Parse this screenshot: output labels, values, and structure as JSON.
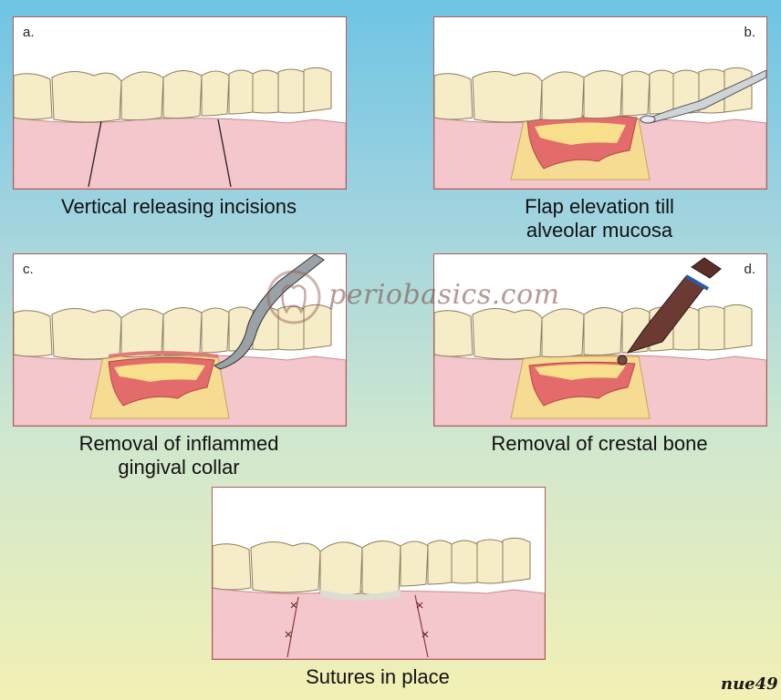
{
  "panels": [
    {
      "label": "a.",
      "caption_lines": [
        "Vertical releasing incisions"
      ]
    },
    {
      "label": "b.",
      "caption_lines": [
        "Flap elevation till",
        "alveolar mucosa"
      ]
    },
    {
      "label": "c.",
      "caption_lines": [
        "Removal of inflammed",
        "gingival collar"
      ]
    },
    {
      "label": "d.",
      "caption_lines": [
        "Removal of crestal bone"
      ]
    },
    {
      "label": "",
      "caption_lines": [
        "Sutures in place"
      ]
    }
  ],
  "watermark": {
    "text": "periobasics.com"
  },
  "signature": {
    "text": "nue49"
  },
  "colors": {
    "tooth": "#f6edc8",
    "tooth_shadow": "#e6d8a6",
    "gingiva": "#f4c7cc",
    "flap_outline": "#e07a7a",
    "bone": "#f7df8c",
    "inflamed": "#e36b6b",
    "border": "#b55a5a"
  }
}
